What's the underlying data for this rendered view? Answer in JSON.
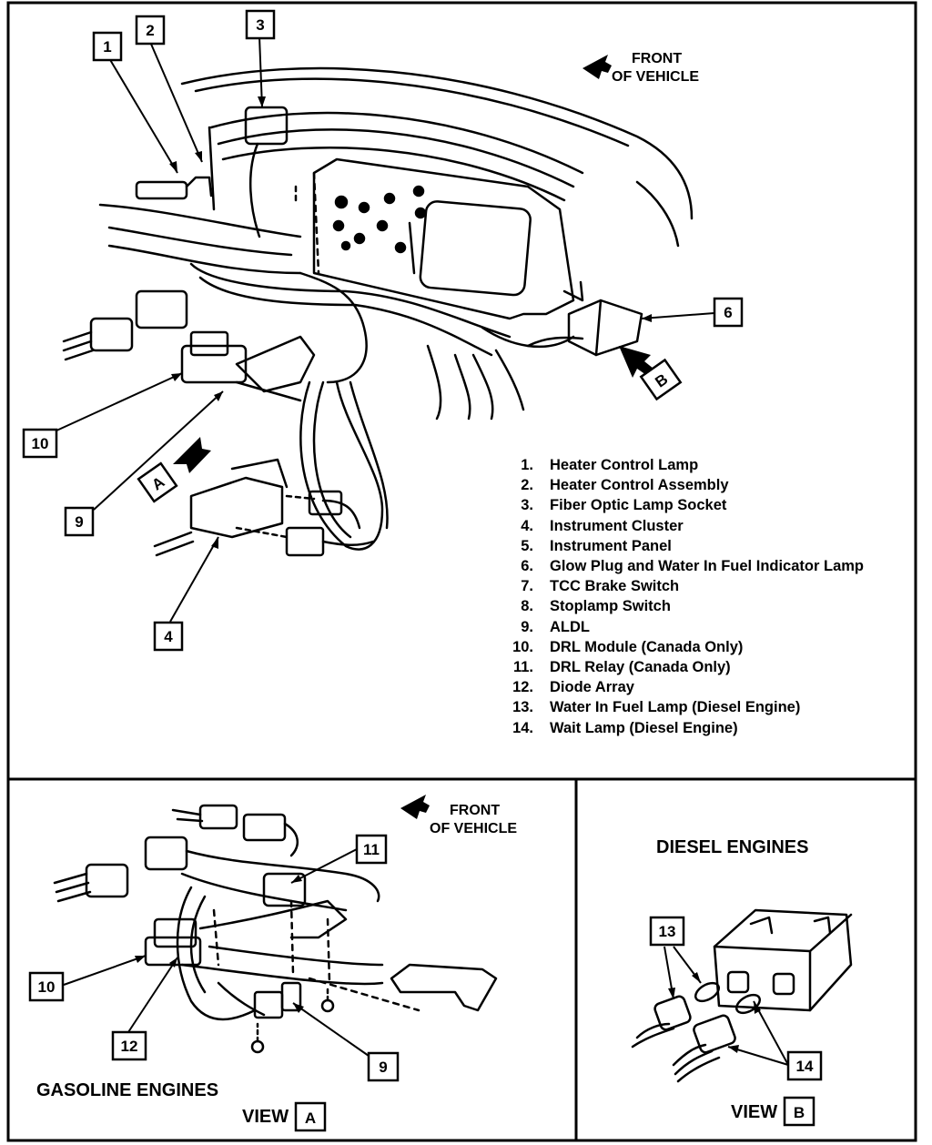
{
  "main_view": {
    "front_label_line1": "FRONT",
    "front_label_line2": "OF VEHICLE",
    "view_markers": {
      "a": "A",
      "b": "B"
    }
  },
  "callouts": {
    "c1": "1",
    "c2": "2",
    "c3": "3",
    "c4": "4",
    "c6": "6",
    "c9": "9",
    "c10": "10",
    "va_c9": "9",
    "va_c10": "10",
    "va_c11": "11",
    "va_c12": "12",
    "vb_c13": "13",
    "vb_c14": "14"
  },
  "legend": [
    {
      "num": "1.",
      "text": "Heater Control Lamp"
    },
    {
      "num": "2.",
      "text": "Heater Control Assembly"
    },
    {
      "num": "3.",
      "text": "Fiber Optic Lamp Socket"
    },
    {
      "num": "4.",
      "text": "Instrument Cluster"
    },
    {
      "num": "5.",
      "text": "Instrument Panel"
    },
    {
      "num": "6.",
      "text": "Glow Plug and Water In Fuel Indicator Lamp"
    },
    {
      "num": "7.",
      "text": "TCC Brake Switch"
    },
    {
      "num": "8.",
      "text": "Stoplamp Switch"
    },
    {
      "num": "9.",
      "text": "ALDL"
    },
    {
      "num": "10.",
      "text": "DRL Module (Canada Only)"
    },
    {
      "num": "11.",
      "text": "DRL Relay (Canada Only)"
    },
    {
      "num": "12.",
      "text": "Diode Array"
    },
    {
      "num": "13.",
      "text": "Water In Fuel Lamp (Diesel Engine)"
    },
    {
      "num": "14.",
      "text": "Wait Lamp (Diesel Engine)"
    }
  ],
  "view_a": {
    "front_label_line1": "FRONT",
    "front_label_line2": "OF VEHICLE",
    "caption": "GASOLINE ENGINES",
    "view_label": "VIEW",
    "view_letter": "A"
  },
  "view_b": {
    "caption": "DIESEL ENGINES",
    "view_label": "VIEW",
    "view_letter": "B"
  }
}
